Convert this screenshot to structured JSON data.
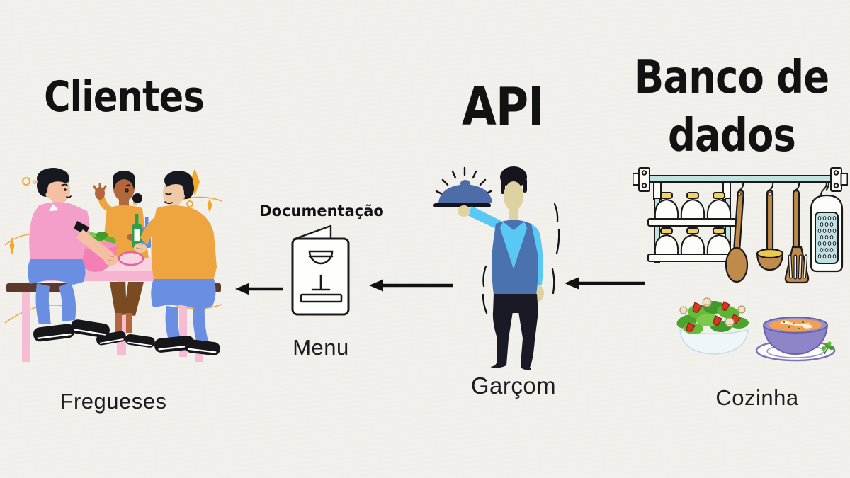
{
  "page": {
    "background_color": "#f2f0eb",
    "text_color": "#121212"
  },
  "sections": {
    "clients": {
      "title": "Clientes",
      "caption": "Fregueses"
    },
    "api": {
      "title": "API",
      "caption": "Garçom"
    },
    "database": {
      "title": "Banco de dados",
      "caption": "Cozinha"
    },
    "documentation": {
      "label": "Documentação",
      "caption": "Menu"
    }
  },
  "icons": {
    "diners": "three-customers-eating-at-pink-table",
    "menu_card": "folded-menu-card-with-wine-glass",
    "waiter": "waiter-holding-blue-cloche-tray",
    "kitchen": "hanging-kitchen-rack-jars-and-utensils",
    "dishes": "salad-bowl-and-soup-plate",
    "arrows": [
      "arrow-left-menu-to-clients",
      "arrow-left-waiter-to-menu",
      "arrow-left-kitchen-to-waiter"
    ]
  },
  "colors": {
    "accent_orange": "#f0a73e",
    "table_pink": "#fbd3e0",
    "bowl_pink": "#f47fb5",
    "bench_brown": "#5d392b",
    "leg_pink": "#f6bcd4",
    "shirt_pink": "#f49fc9",
    "jeans_blue": "#6a8fe2",
    "sweater_mustard": "#efa53f",
    "vest_blue": "#4a72ae",
    "shirt_cyan": "#5ac8f5",
    "cloche_blue": "#4d6ca8",
    "pants_dark": "#1a1a26",
    "rail_teal": "#c2e2e2",
    "wood_brown": "#c08a4a",
    "lid_yellow": "#f3d263",
    "soup_bowl_purple": "#8d85c8",
    "soup_orange": "#f2a055",
    "salad_green": "#5eb534",
    "tomato_red": "#d63826",
    "outline_black": "#1a1a1a"
  }
}
